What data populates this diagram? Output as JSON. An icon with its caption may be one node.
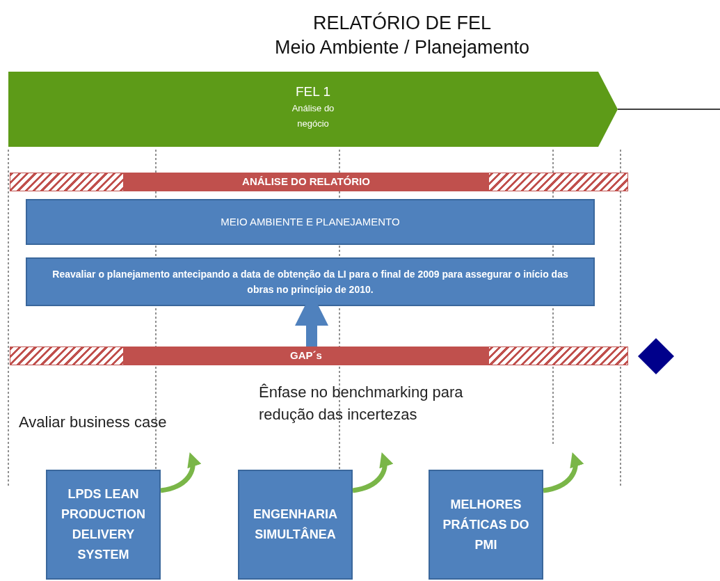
{
  "diagram": {
    "title": "RELATÓRIO DE FEL",
    "nodes": [
      {
        "text": [
          "FEL 1",
          "Análise do negócio"
        ]
      },
      {
        "text": [
          "ANÁLISE DO RELATÓRIO"
        ]
      },
      {
        "text": [
          "MEIO AMBIENTE E PLANEJAMENTO"
        ]
      },
      {
        "text": [
          "Reavaliar o planejamento antecipando a data de obtenção da LI para o final de 2009 para assegurar o início das obras no princípio de 2010."
        ]
      },
      {
        "text": [
          "GAP´s"
        ]
      },
      {
        "text": [],
        "shape": "diamond"
      },
      {
        "text": [
          "LPDS LEAN PRODUCTION DELIVERY SYSTEM"
        ]
      },
      {
        "text": [
          "ENGENHARIA SIMULTÂNEA"
        ]
      },
      {
        "text": [
          "MELHORES PRÁTICAS DO PMI"
        ]
      }
    ],
    "edges": [
      {
        "from": 0,
        "to": null,
        "arrow": "none",
        "color": "#000000"
      },
      {
        "from": 4,
        "to": 3,
        "arrow": "to",
        "style": "thick",
        "color": "#4f81bd"
      },
      {
        "from": 6,
        "to": null,
        "arrow": "to"
      },
      {
        "from": 7,
        "to": null,
        "arrow": "to"
      },
      {
        "from": 8,
        "to": null,
        "arrow": "to"
      }
    ],
    "labels": [
      "Meio Ambiente / Planejamento",
      "Avaliar business case",
      "Ênfase no benchmarking para redução das incertezas"
    ]
  }
}
